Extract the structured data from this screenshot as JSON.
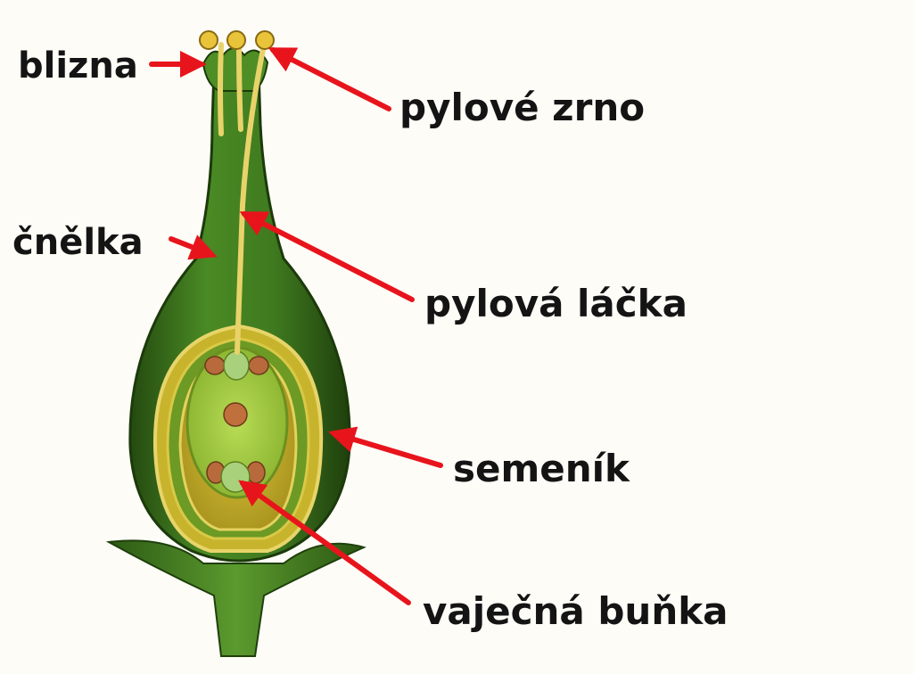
{
  "labels": {
    "stigma": "blizna",
    "pollen_grain": "pylové zrno",
    "style": "čnělka",
    "pollen_tube": "pylová láčka",
    "ovary": "semeník",
    "egg_cell": "vaječná buňka"
  },
  "colors": {
    "background": "#fdfcf7",
    "arrow": "#e8141c",
    "text": "#141414",
    "pistil_green": "#3f7a1f",
    "pistil_dark": "#274f12",
    "ovule_yellow": "#c9b32a",
    "embryo_sac": "#9cc63a",
    "pollen": "#e9c43a",
    "nucleus": "#b86a3c"
  }
}
